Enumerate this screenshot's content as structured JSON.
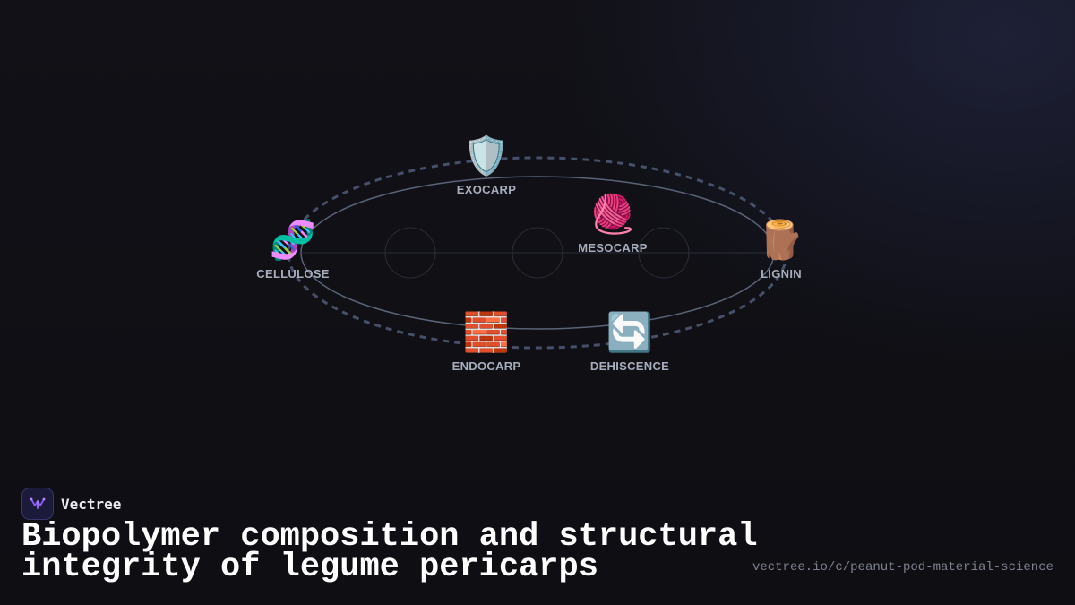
{
  "brand": {
    "name": "Vectree"
  },
  "title": "Biopolymer composition and structural integrity of legume pericarps",
  "url": "vectree.io/c/peanut-pod-material-science",
  "diagram": {
    "nodes": [
      {
        "id": "exocarp",
        "label": "EXOCARP",
        "emoji": "🛡️",
        "icon": "shield-icon"
      },
      {
        "id": "mesocarp",
        "label": "MESOCARP",
        "emoji": "🧶",
        "icon": "yarn-ball-icon"
      },
      {
        "id": "lignin",
        "label": "LIGNIN",
        "emoji": "🪵",
        "icon": "wood-log-icon"
      },
      {
        "id": "dehiscence",
        "label": "DEHISCENCE",
        "emoji": "🔄",
        "icon": "cycle-arrows-icon"
      },
      {
        "id": "endocarp",
        "label": "ENDOCARP",
        "emoji": "🧱",
        "icon": "brick-icon"
      },
      {
        "id": "cellulose",
        "label": "CELLULOSE",
        "emoji": "🧬",
        "icon": "dna-icon"
      }
    ]
  },
  "colors": {
    "background": "#0f0f14",
    "label": "#a7adbb",
    "ring_dashed": "#46506a",
    "ring_solid": "#5a6478",
    "accent": "#8a5cf6"
  }
}
